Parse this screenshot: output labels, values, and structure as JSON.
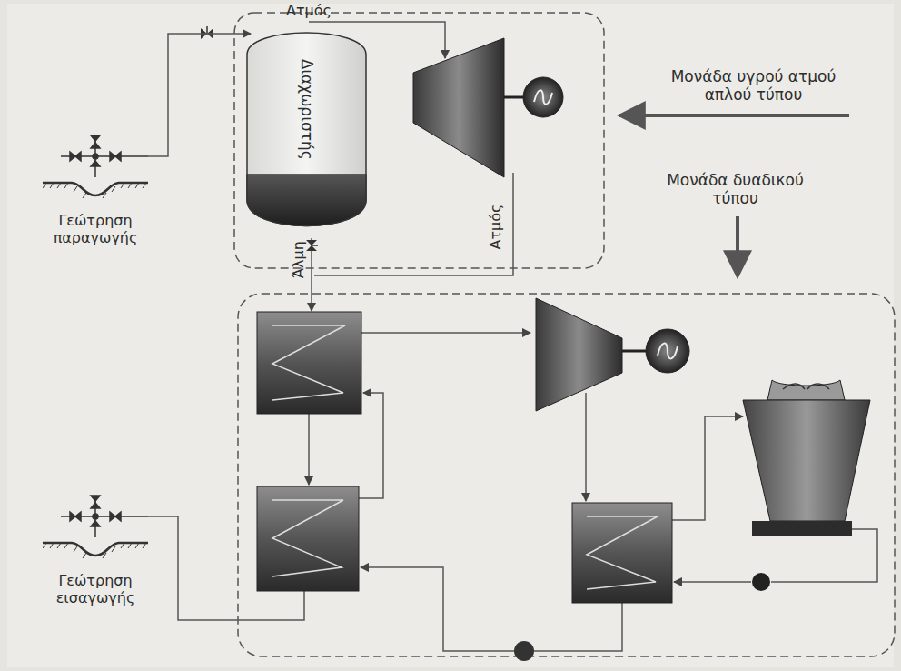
{
  "diagram": {
    "nodes": [
      {
        "text": [
          "Γεώτρηση παραγωγής"
        ]
      },
      {
        "text": [
          "Διαχωριστής"
        ]
      },
      {
        "text": [
          "Γεώτρηση εισαγωγής"
        ]
      }
    ],
    "edges": [
      {
        "from": 0,
        "to": 1,
        "arrow": "to"
      }
    ],
    "labels": [
      "Ατμός",
      "Μονάδα υγρού ατμού απλού τύπου",
      "Μονάδα δυαδικού τύπου",
      "Άλμη",
      "Ατμός"
    ]
  }
}
